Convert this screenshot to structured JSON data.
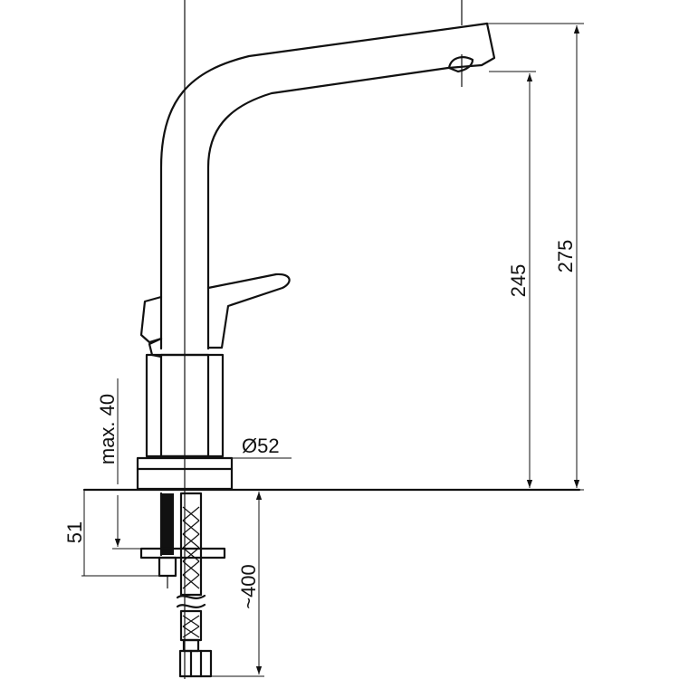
{
  "drawing": {
    "dimensions": {
      "height_spout_outlet": "245",
      "height_total": "275",
      "body_diameter": "Ø52",
      "max_counter_thickness": "max. 40",
      "below_counter": "51",
      "hose_length": "~400"
    }
  }
}
